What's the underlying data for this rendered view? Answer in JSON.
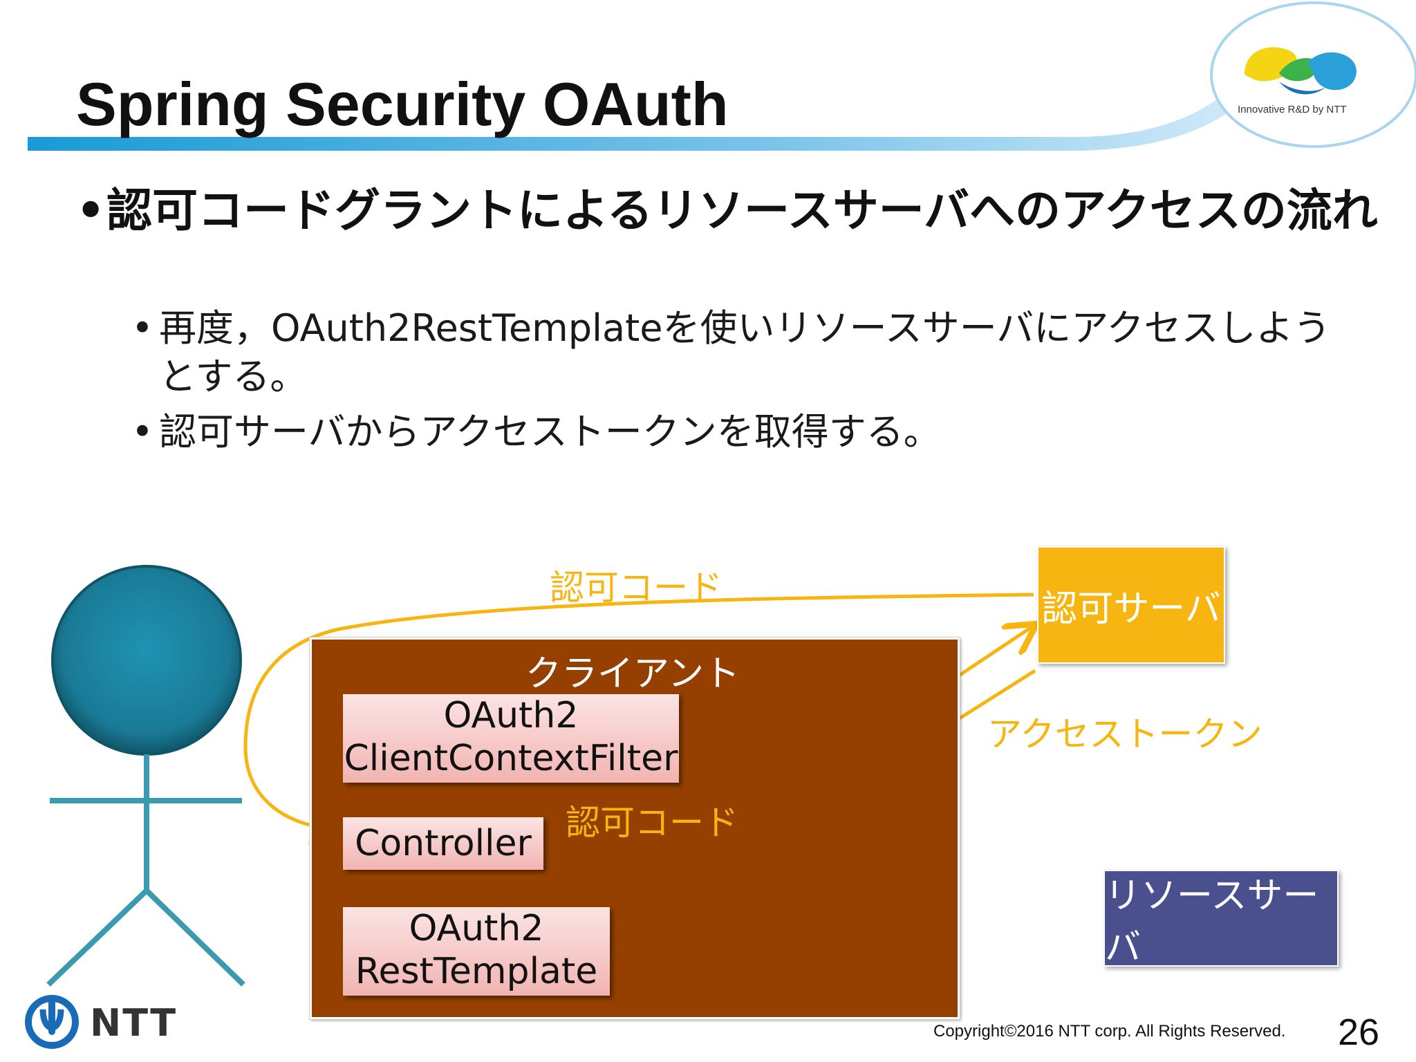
{
  "slide": {
    "title": "Spring Security OAuth",
    "tagline": "Innovative R&D by NTT",
    "bullets": [
      {
        "text": "認可コードグラントによるリソースサーバへのアクセスの流れ",
        "sub": [
          "再度，OAuth2RestTemplateを使いリソースサーバにアクセスしようとする。",
          "認可サーバからアクセストークンを取得する。"
        ]
      }
    ]
  },
  "diagram": {
    "client_label": "クライアント",
    "filter_box": [
      "OAuth2",
      "ClientContextFilter"
    ],
    "controller_box": "Controller",
    "rest_template_box": [
      "OAuth2",
      "RestTemplate"
    ],
    "auth_server": "認可サーバ",
    "resource_server": "リソースサーバ",
    "arrow_labels": {
      "code_top": "認可コード",
      "code_mid": "認可コード",
      "access_token": "アクセストークン"
    },
    "colors": {
      "client": "#954000",
      "auth_server": "#f7b512",
      "resource_server": "#4a4f8e",
      "actor": "#1e8ba8",
      "arrow": "#f7b512"
    }
  },
  "footer": {
    "brand": "NTT",
    "copyright": "Copyright©2016  NTT corp. All Rights Reserved.",
    "page_number": "26"
  }
}
